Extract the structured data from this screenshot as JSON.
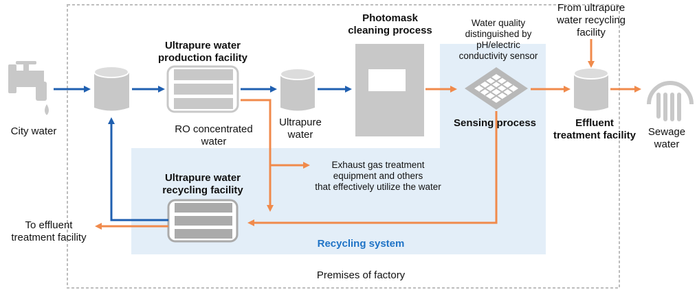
{
  "labels": {
    "city_water": "City water",
    "uw_production": [
      "Ultrapure water",
      "production facility"
    ],
    "ro_concentrated": [
      "RO concentrated",
      "water"
    ],
    "ultrapure_water": [
      "Ultrapure",
      "water"
    ],
    "photomask": [
      "Photomask",
      "cleaning process"
    ],
    "water_quality": [
      "Water quality",
      "distinguished by",
      "pH/electric",
      "conductivity sensor"
    ],
    "sensing_process": "Sensing process",
    "from_recycling": [
      "From ultrapure",
      "water recycling",
      "facility"
    ],
    "effluent_facility": [
      "Effluent",
      "treatment facility"
    ],
    "sewage_water": [
      "Sewage",
      "water"
    ],
    "exhaust_gas": [
      "Exhaust gas treatment",
      "equipment and others",
      "that effectively utilize the water"
    ],
    "uw_recycling": [
      "Ultrapure water",
      "recycling facility"
    ],
    "to_effluent": [
      "To effluent",
      "treatment facility"
    ],
    "recycling_system": "Recycling system",
    "premises": "Premises of factory"
  },
  "colors": {
    "blue_flow": "#1f5fb0",
    "orange_flow": "#f08a4b",
    "equipment_gray": "#c8c8c8",
    "recycling_zone": "#e3eef8",
    "premises_border": "#bdbdbd",
    "recycling_text": "#1f73c6"
  }
}
